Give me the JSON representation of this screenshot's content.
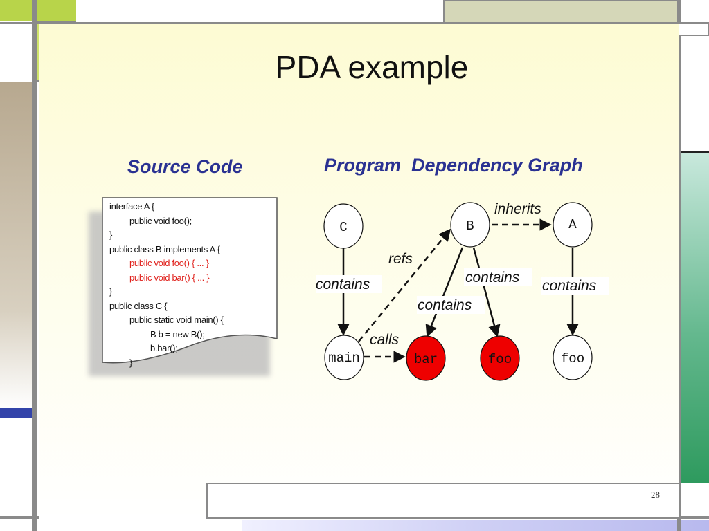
{
  "slide": {
    "title": "PDA example",
    "page_number": "28"
  },
  "source": {
    "heading": "Source Code",
    "lines": [
      {
        "text": "interface A {",
        "indent": 0,
        "highlight": false
      },
      {
        "text": "public void foo();",
        "indent": 1,
        "highlight": false
      },
      {
        "text": "}",
        "indent": 0,
        "highlight": false
      },
      {
        "text": "public class B implements A {",
        "indent": 0,
        "highlight": false
      },
      {
        "text": "public void foo() { ... }",
        "indent": 1,
        "highlight": true
      },
      {
        "text": "public void bar() { ... }",
        "indent": 1,
        "highlight": true
      },
      {
        "text": "}",
        "indent": 0,
        "highlight": false
      },
      {
        "text": "public class C {",
        "indent": 0,
        "highlight": false
      },
      {
        "text": "public static void main() {",
        "indent": 1,
        "highlight": false
      },
      {
        "text": "B b = new B();",
        "indent": 2,
        "highlight": false
      },
      {
        "text": "b.bar();",
        "indent": 2,
        "highlight": false
      },
      {
        "text": "}",
        "indent": 1,
        "highlight": false
      }
    ]
  },
  "graph": {
    "heading": "Program  Dependency Graph",
    "nodes": {
      "C": "C",
      "B": "B",
      "A": "A",
      "main": "main",
      "bar": "bar",
      "foo_b": "foo",
      "foo_a": "foo"
    },
    "edges": {
      "inherits": "inherits",
      "refs": "refs",
      "contains_c": "contains",
      "contains_b_foo": "contains",
      "contains_b_bar": "contains",
      "contains_a": "contains",
      "calls": "calls"
    },
    "colors": {
      "highlight_node": "#ee0000",
      "normal_node": "#ffffff",
      "heading": "#2a3192"
    }
  }
}
